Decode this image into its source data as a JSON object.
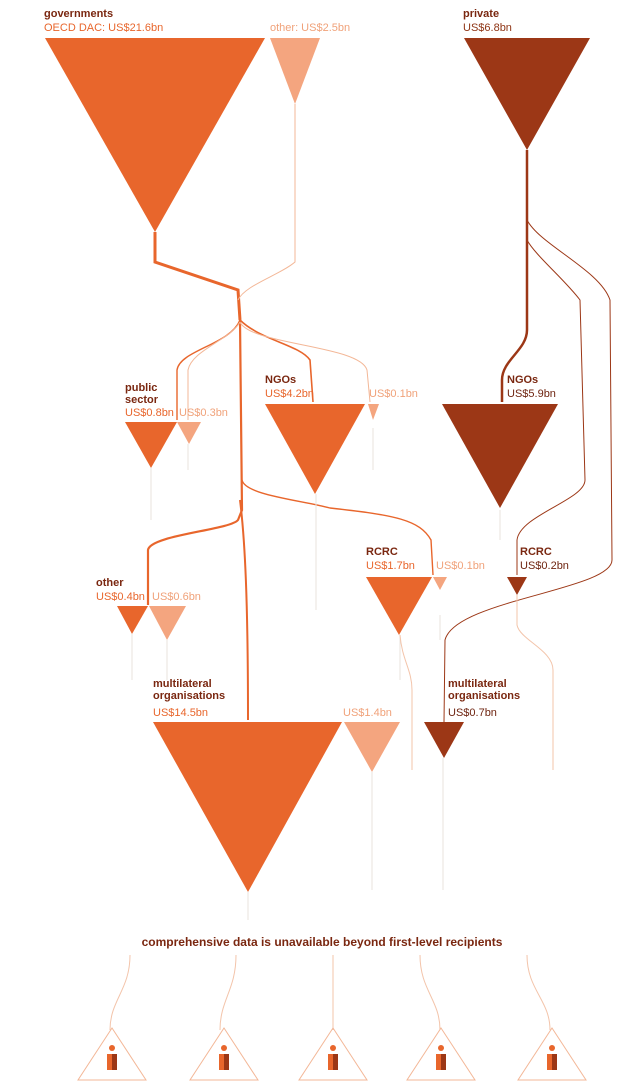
{
  "colors": {
    "oecd_dac": "#e8662c",
    "other_gov": "#f4a57f",
    "private": "#9c3716",
    "label_dark": "#7a2710",
    "flow_light": "#f3b797"
  },
  "donors": {
    "governments": {
      "title": "governments",
      "oecd_dac": "OECD DAC: US$21.6bn",
      "other": "other: US$2.5bn"
    },
    "private": {
      "title": "private",
      "value": "US$6.8bn"
    }
  },
  "recipients": {
    "public_sector": {
      "title_line1": "public",
      "title_line2": "sector",
      "dac": "US$0.8bn",
      "other": "US$0.3bn"
    },
    "ngos_gov": {
      "title": "NGOs",
      "dac": "US$4.2bn",
      "other": "US$0.1bn"
    },
    "ngos_private": {
      "title": "NGOs",
      "value": "US$5.9bn"
    },
    "other": {
      "title": "other",
      "dac": "US$0.4bn",
      "other": "US$0.6bn"
    },
    "rcrc_gov": {
      "title": "RCRC",
      "dac": "US$1.7bn",
      "other": "US$0.1bn"
    },
    "rcrc_private": {
      "title": "RCRC",
      "value": "US$0.2bn"
    },
    "multilateral_gov": {
      "title_line1": "multilateral",
      "title_line2": "organisations",
      "dac": "US$14.5bn",
      "other": "US$1.4bn"
    },
    "multilateral_private": {
      "title_line1": "multilateral",
      "title_line2": "organisations",
      "value": "US$0.7bn"
    }
  },
  "note": "comprehensive data is unavailable beyond first-level recipients",
  "people_icons": [
    "person-icon",
    "person-icon",
    "person-icon",
    "person-icon",
    "person-icon"
  ]
}
